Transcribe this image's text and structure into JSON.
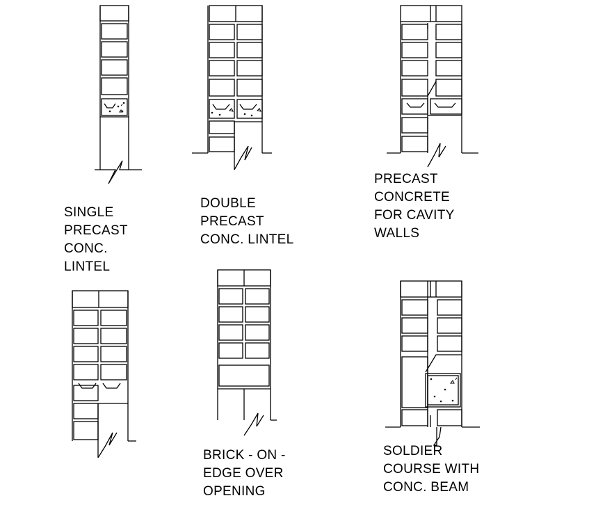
{
  "details": [
    {
      "id": "single",
      "label_lines": [
        "SINGLE",
        "PRECAST",
        "CONC.",
        "LINTEL"
      ]
    },
    {
      "id": "double",
      "label_lines": [
        "DOUBLE",
        "PRECAST",
        "CONC. LINTEL"
      ]
    },
    {
      "id": "cavity",
      "label_lines": [
        "PRECAST",
        "CONCRETE",
        "FOR CAVITY",
        "WALLS"
      ]
    },
    {
      "id": "brick-on-edge",
      "label_lines": [
        "BRICK - ON -",
        "EDGE OVER",
        "OPENING"
      ]
    },
    {
      "id": "soldier",
      "label_lines": [
        "SOLDIER",
        "COURSE WITH",
        "CONC. BEAM"
      ]
    }
  ],
  "style": {
    "line_color": "#000000",
    "background": "#ffffff"
  }
}
